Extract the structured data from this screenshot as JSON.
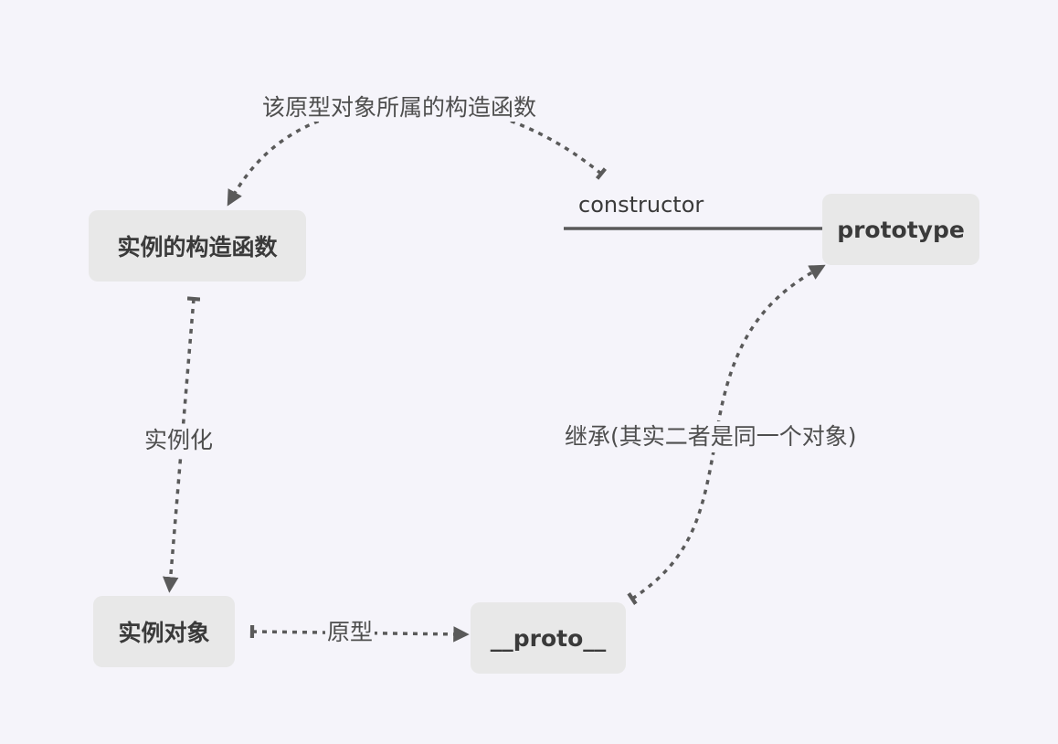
{
  "nodes": {
    "constructor_function": "实例的构造函数",
    "prototype": "prototype",
    "instance": "实例对象",
    "proto": "__proto__"
  },
  "edge_labels": {
    "owning_constructor": "该原型对象所属的构造函数",
    "constructor": "constructor",
    "instantiation": "实例化",
    "prototype_link": "原型",
    "inheritance": "继承(其实二者是同一个对象)"
  },
  "colors": {
    "background": "#f5f4fa",
    "node_fill": "#e8e8e8",
    "line": "#5a5a5a",
    "text": "#3a3a3a"
  }
}
